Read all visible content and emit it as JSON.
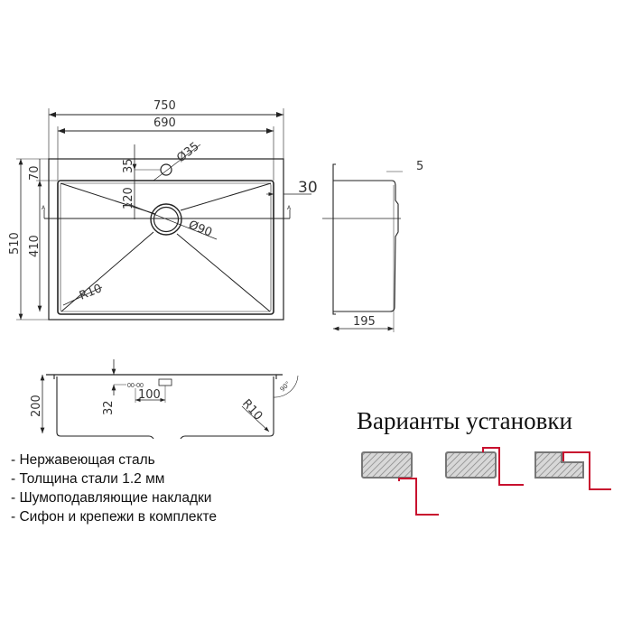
{
  "top_view": {
    "overall_width": "750",
    "inner_width": "690",
    "faucet_hole": "Ø35",
    "faucet_offset": "35",
    "rim_depth": "70",
    "drain_offset": "120",
    "drain": "Ø90",
    "overall_depth": "510",
    "inner_depth": "410",
    "corner_radius": "R10",
    "rim_edge": "30",
    "section_mark_left": "A",
    "section_mark_right": "A"
  },
  "side_view": {
    "flange": "5",
    "depth": "195"
  },
  "section_view": {
    "height": "200",
    "overflow_offset": "32",
    "overflow_spacing": "100",
    "corner_radius": "R10",
    "angle": "90°"
  },
  "features": [
    "- Нержавеющая сталь",
    "- Толщина стали 1.2 мм",
    "- Шумоподавляющие накладки",
    "- Сифон и крепежи в комплекте"
  ],
  "install": {
    "title": "Варианты установки",
    "variants": [
      "undermount",
      "overmount",
      "flush-mount"
    ],
    "accent_color": "#c8102e"
  }
}
